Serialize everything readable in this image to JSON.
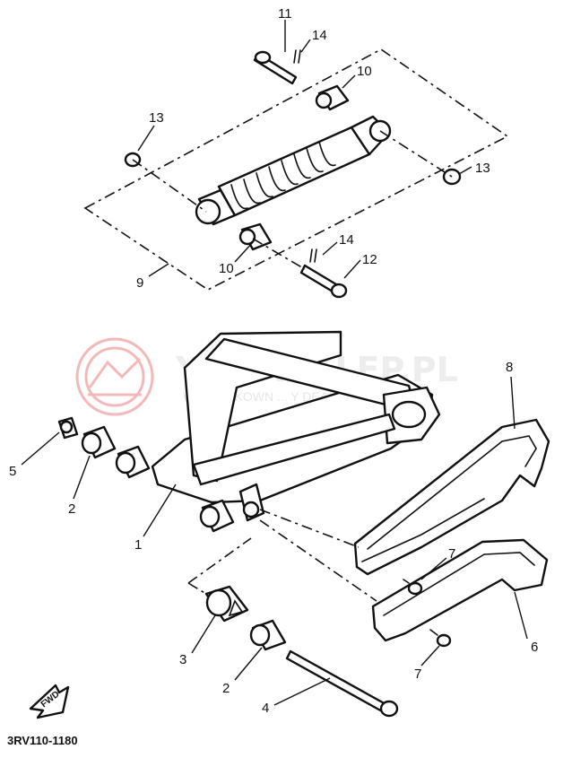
{
  "diagram": {
    "catalog_code": "3RV110-1180",
    "watermark_main": "YAMASKLEP.PL",
    "watermark_sub": "WOŁ, SZKOWN ... Y DEALER YAMAHA",
    "fwd_label": "FWD",
    "callouts": [
      {
        "id": "c11",
        "text": "11"
      },
      {
        "id": "c14a",
        "text": "14"
      },
      {
        "id": "c10a",
        "text": "10"
      },
      {
        "id": "c13a",
        "text": "13"
      },
      {
        "id": "c13b",
        "text": "13"
      },
      {
        "id": "c14b",
        "text": "14"
      },
      {
        "id": "c12",
        "text": "12"
      },
      {
        "id": "c10b",
        "text": "10"
      },
      {
        "id": "c9",
        "text": "9"
      },
      {
        "id": "c8",
        "text": "8"
      },
      {
        "id": "c5",
        "text": "5"
      },
      {
        "id": "c2a",
        "text": "2"
      },
      {
        "id": "c1",
        "text": "1"
      },
      {
        "id": "c7a",
        "text": "7"
      },
      {
        "id": "c6",
        "text": "6"
      },
      {
        "id": "c7b",
        "text": "7"
      },
      {
        "id": "c3",
        "text": "3"
      },
      {
        "id": "c2b",
        "text": "2"
      },
      {
        "id": "c4",
        "text": "4"
      }
    ]
  }
}
